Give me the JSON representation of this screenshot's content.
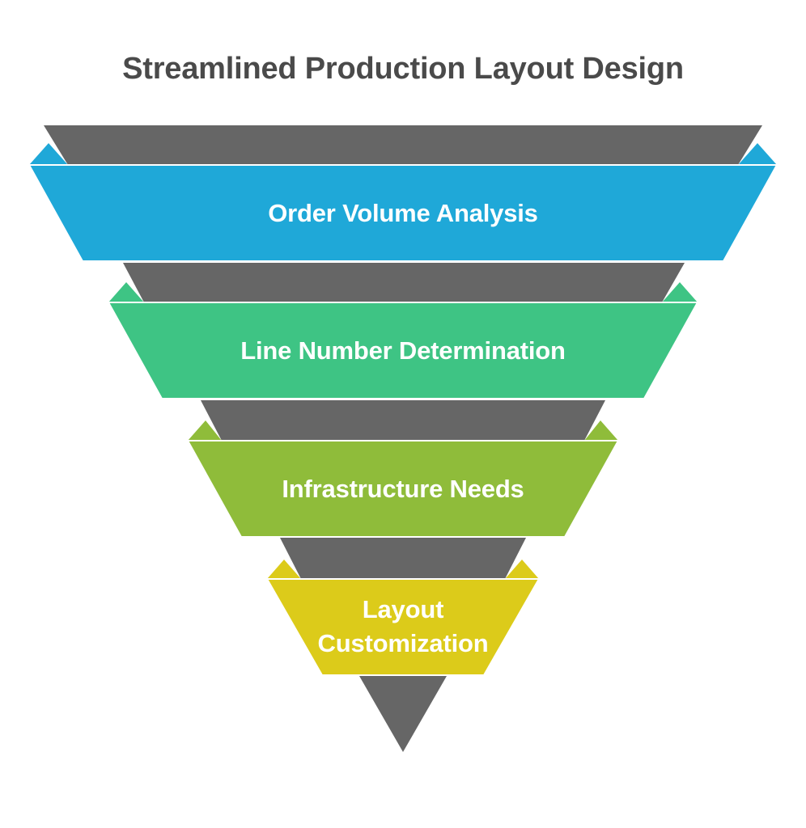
{
  "title": "Streamlined Production Layout Design",
  "colors": {
    "gray": "#666666",
    "blue": "#1fa8d8",
    "green": "#3ec484",
    "lime": "#8fbc3a",
    "yellow": "#dccb1a",
    "title": "#4a4a4a",
    "label": "#ffffff"
  },
  "stages": [
    {
      "lines": [
        "Order Volume Analysis"
      ],
      "color": "#1fa8d8"
    },
    {
      "lines": [
        "Line Number Determination"
      ],
      "color": "#3ec484"
    },
    {
      "lines": [
        "Infrastructure Needs"
      ],
      "color": "#8fbc3a"
    },
    {
      "lines": [
        "Layout",
        "Customization"
      ],
      "color": "#dccb1a"
    }
  ]
}
